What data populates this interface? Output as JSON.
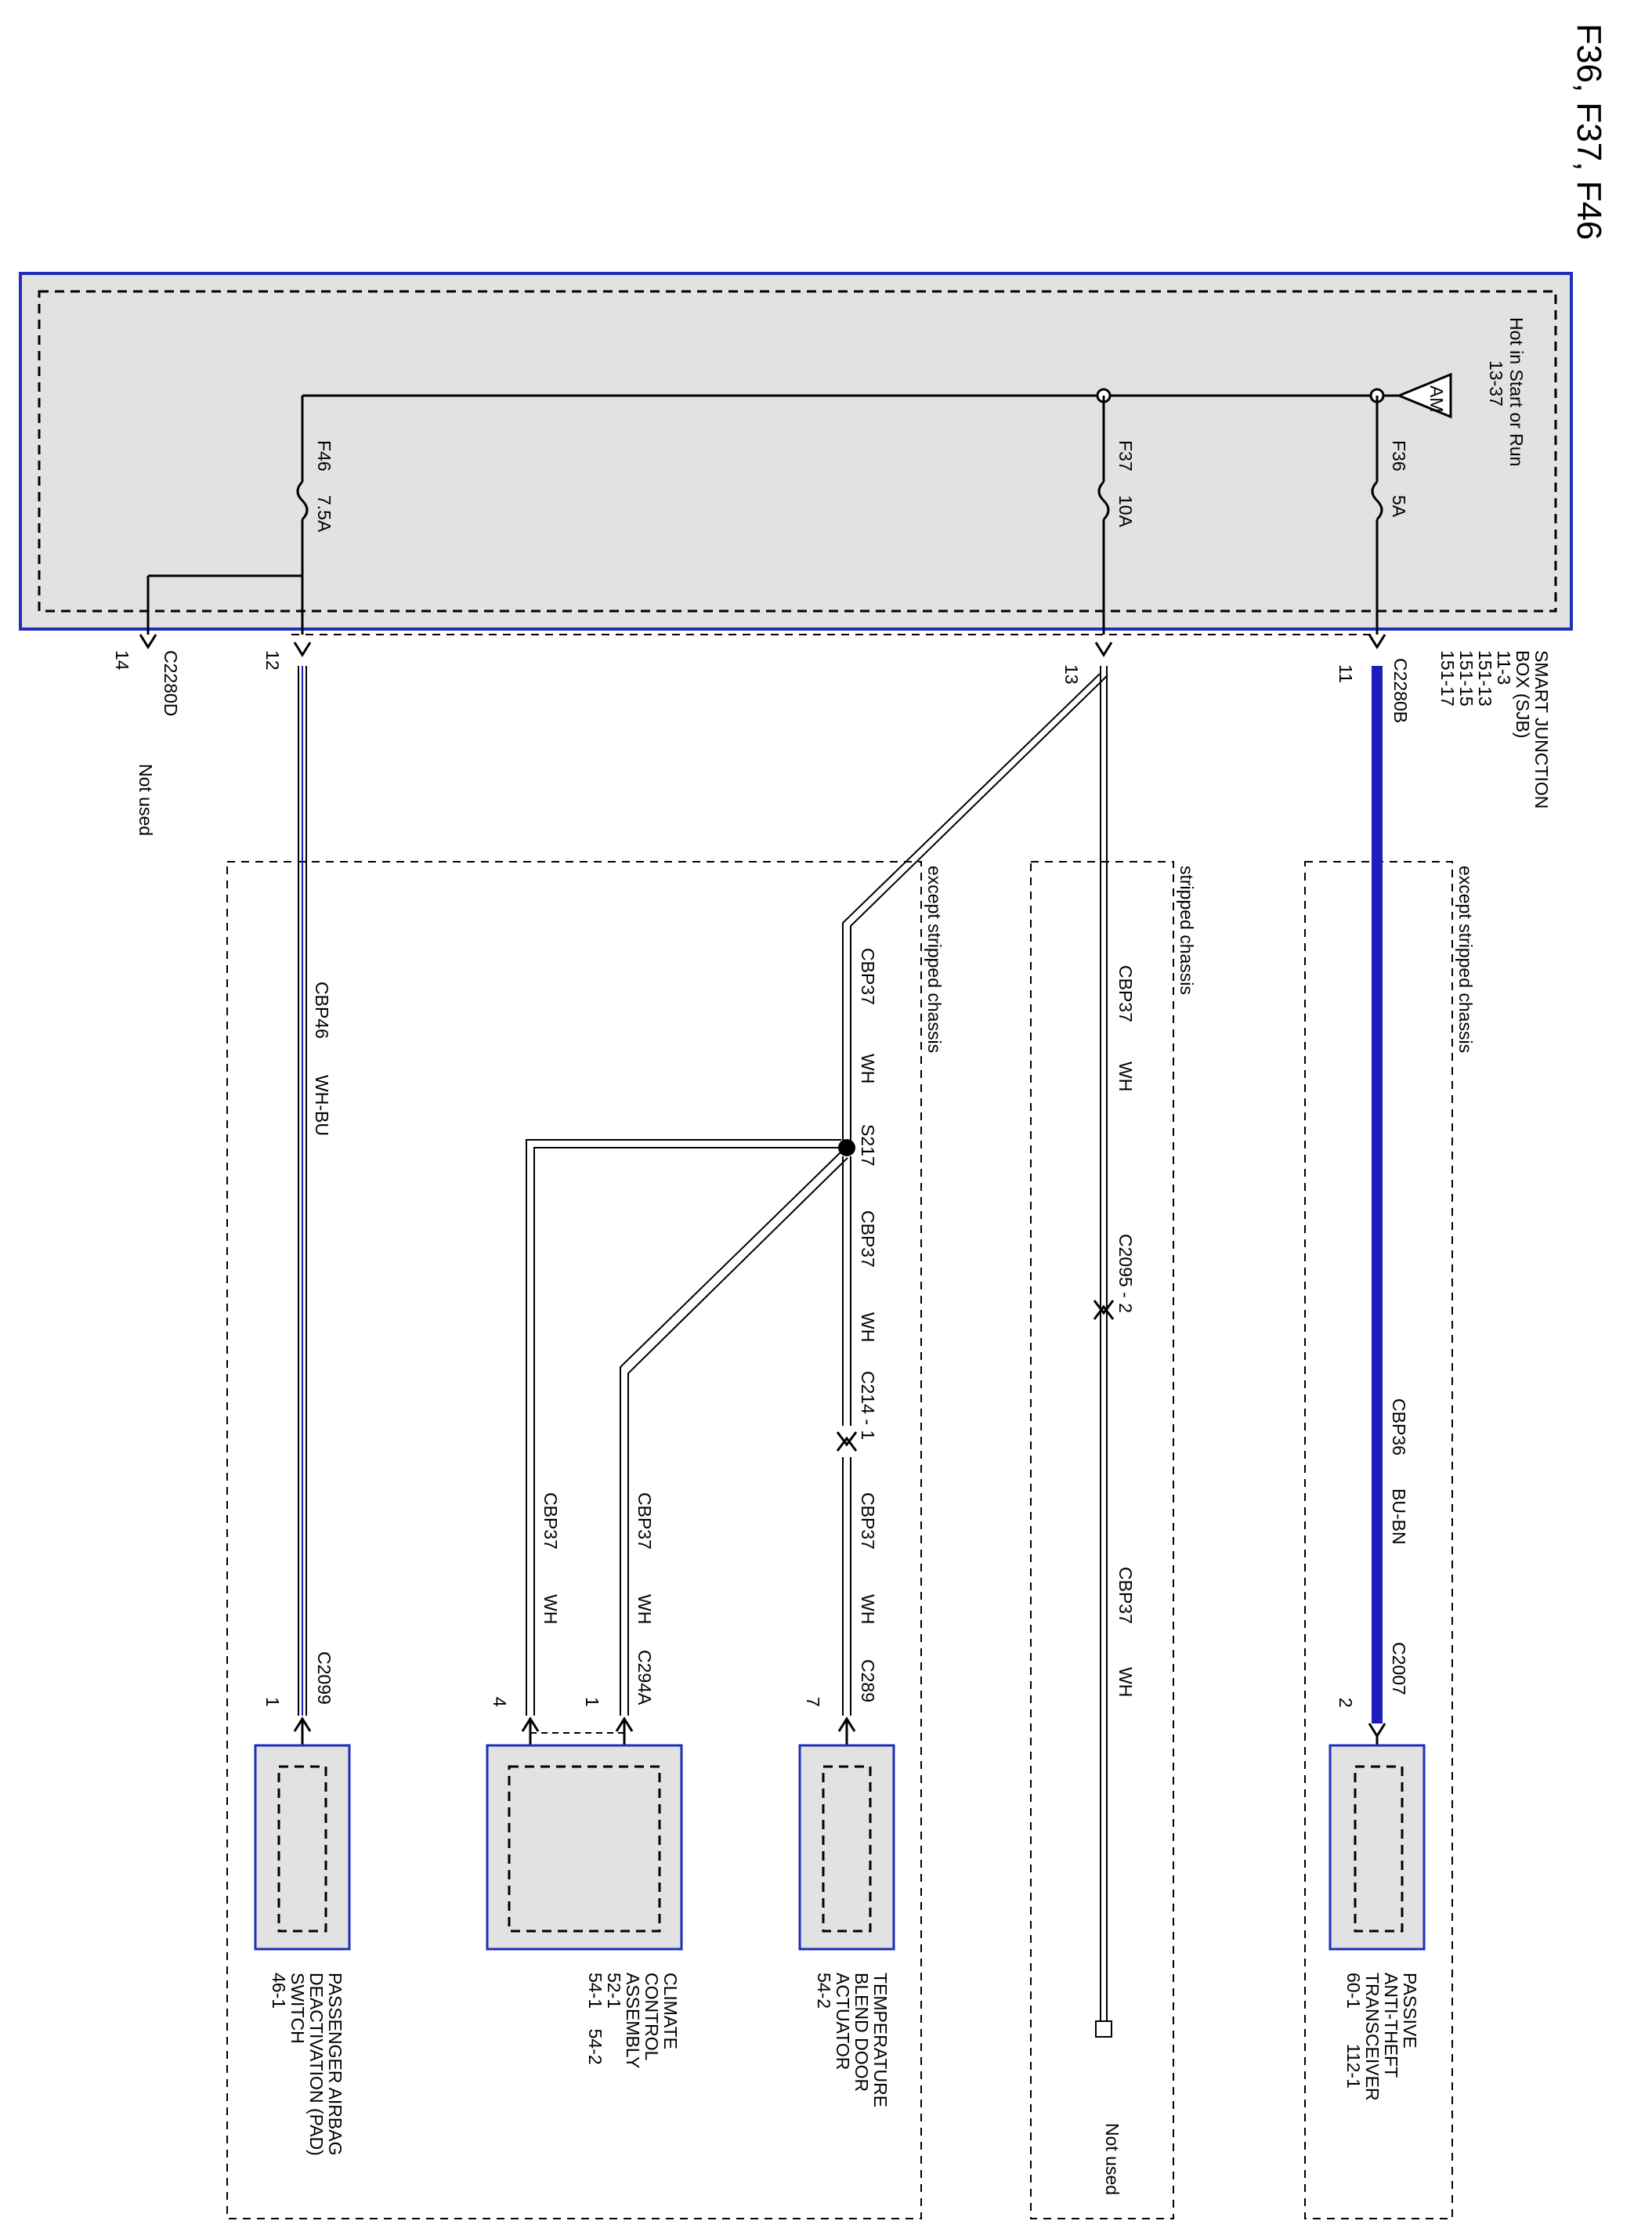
{
  "title": "F36, F37, F46",
  "sjb": {
    "supply": "Hot in Start or Run",
    "supply_ref": "13-37",
    "relay": "AM",
    "name": [
      "SMART JUNCTION",
      "BOX (SJB)",
      "11-3",
      "151-13",
      "151-15",
      "151-17"
    ],
    "connector_b": "C2280B",
    "connector_d": "C2280D"
  },
  "fuses": [
    {
      "id": "F36",
      "rating": "5A"
    },
    {
      "id": "F37",
      "rating": "10A"
    },
    {
      "id": "F46",
      "rating": "7.5A"
    }
  ],
  "pins": {
    "b11": "11",
    "b13": "13",
    "d12": "12",
    "d14": "14"
  },
  "not_used_d14": "Not used",
  "regions": {
    "left": "except stripped chassis",
    "middle": "stripped chassis",
    "right": "except stripped chassis"
  },
  "wires": {
    "cbp36": {
      "circuit": "CBP36",
      "color": "BU-BN"
    },
    "cbp37_mid": {
      "circuit": "CBP37",
      "color": "WH"
    },
    "cbp37_mid_low": {
      "circuit": "CBP37",
      "color": "WH"
    },
    "cbp37_diag": {
      "circuit": "CBP37",
      "color": "WH"
    },
    "cbp37_s217_down": {
      "circuit": "CBP37",
      "color": "WH"
    },
    "cbp37_c289": {
      "circuit": "CBP37",
      "color": "WH"
    },
    "cbp37_c294_1": {
      "circuit": "CBP37",
      "color": "WH"
    },
    "cbp37_c294_4": {
      "circuit": "CBP37",
      "color": "WH"
    },
    "cbp46": {
      "circuit": "CBP46",
      "color": "WH-BU"
    }
  },
  "splice": "S217",
  "inline_connectors": {
    "c2095": "C2095 - 2",
    "c214": "C214 - 1"
  },
  "connectors": {
    "c2007": {
      "name": "C2007",
      "pin": "2"
    },
    "c289": {
      "name": "C289",
      "pin": "7"
    },
    "c294a": {
      "name": "C294A",
      "pin1": "1",
      "pin4": "4"
    },
    "c2099": {
      "name": "C2099",
      "pin": "1"
    }
  },
  "components": {
    "pats": [
      "PASSIVE",
      "ANTI-THEFT",
      "TRANSCEIVER",
      "60-1       112-1"
    ],
    "not_used_mid": "Not used",
    "temp_blend": [
      "TEMPERATURE",
      "BLEND DOOR",
      "ACTUATOR",
      "54-2"
    ],
    "climate": [
      "CLIMATE",
      "CONTROL",
      "ASSEMBLY",
      "52-1",
      "54-1    54-2"
    ],
    "pad": [
      "PASSENGER AIRBAG",
      "DEACTIVATION (PAD)",
      "SWITCH",
      "46-1"
    ]
  },
  "colors": {
    "box_border": "#1f2fb8",
    "box_fill": "#e2e2e2",
    "bu_bn_wire": "#1d1dbb"
  }
}
